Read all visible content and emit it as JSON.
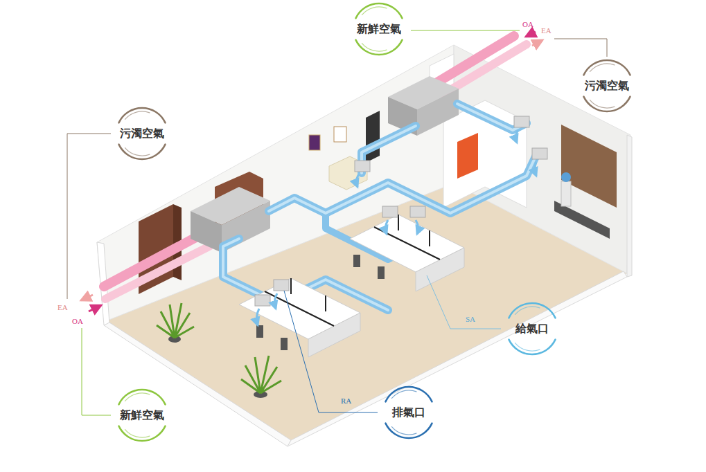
{
  "diagram": {
    "nodes": [
      {
        "text": [
          "新鮮空氣"
        ]
      },
      {
        "text": [
          "污濁空氣"
        ]
      },
      {
        "text": [
          "污濁空氣"
        ]
      },
      {
        "text": [
          "給氣口"
        ]
      },
      {
        "text": [
          "排氣口"
        ]
      },
      {
        "text": [
          "新鮮空氣"
        ]
      }
    ],
    "labels": [
      "OA",
      "EA",
      "EA",
      "OA",
      "SA",
      "RA"
    ]
  }
}
